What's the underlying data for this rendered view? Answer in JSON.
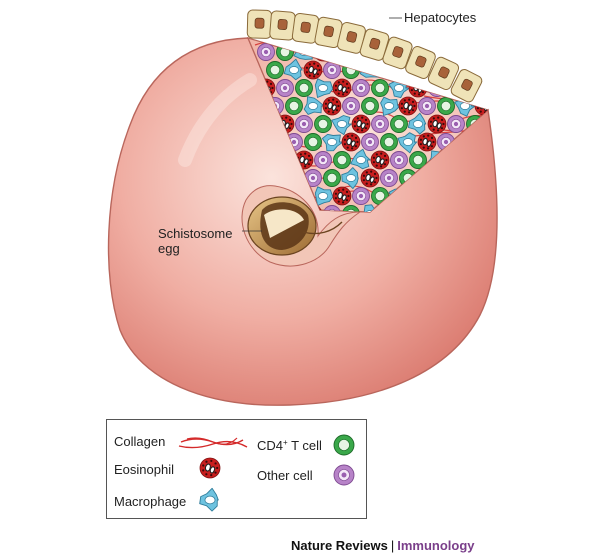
{
  "labels": {
    "hepatocytes": "Hepatocytes",
    "schistosome_egg": "Schistosome egg"
  },
  "legend": {
    "collagen": "Collagen",
    "eosinophil": "Eosinophil",
    "macrophage": "Macrophage",
    "cd4_prefix": "CD4",
    "cd4_sup": "+",
    "cd4_suffix": " T cell",
    "other_cell": "Other cell"
  },
  "credit": {
    "journal": "Nature Reviews",
    "separator": "|",
    "subject": "Immunology"
  },
  "colors": {
    "granuloma": "#e8968c",
    "hepatocyte": "#efe3b8",
    "nucleus": "#a8623a",
    "collagen": "#d42a2a",
    "eosinophil": "#c81e1e",
    "macrophage": "#6ec3e0",
    "cd4_cell": "#3aa84a",
    "other_cell": "#b783c8",
    "egg": "#c79a5a",
    "credit_subject": "#7a3f8a"
  }
}
